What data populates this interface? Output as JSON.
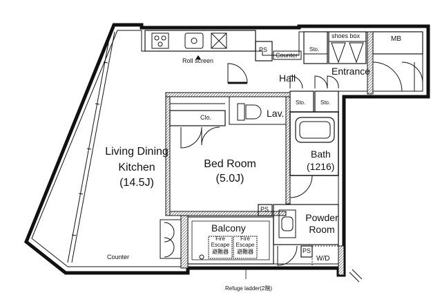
{
  "rooms": {
    "ldk": {
      "name_line1": "Living Dining",
      "name_line2": "Kitchen",
      "size": "(14.5J)"
    },
    "bedroom": {
      "name": "Bed Room",
      "size": "(5.0J)"
    },
    "balcony": {
      "name": "Balcony"
    },
    "bath": {
      "name": "Bath",
      "size": "(1216)"
    },
    "powder": {
      "name_line1": "Powder",
      "name_line2": "Room"
    },
    "hall": {
      "name": "Hall"
    },
    "entrance": {
      "name": "Entrance"
    },
    "lav": {
      "name": "Lav."
    }
  },
  "labels": {
    "roll_screen": "Roll screen",
    "counter_top": "Counter",
    "counter_bottom": "Counter",
    "ps_kitchen": "PS",
    "ps_powder": "PS",
    "ps_wd": "PS",
    "shoes_box": "shoes box",
    "mb": "MB",
    "sto_1": "Sto.",
    "sto_2": "Sto.",
    "sto_3": "Sto.",
    "clo": "Clo.",
    "wd": "W/D",
    "escape_1_line1": "Fire",
    "escape_1_line2": "Escape",
    "escape_1_line3": "避難器",
    "escape_2_line1": "Fire",
    "escape_2_line2": "Escape",
    "escape_2_line3": "避難器",
    "refuge_ladder": "Refuge ladder(2階)"
  },
  "colors": {
    "line": "#111111",
    "hatch": "#555555",
    "background": "#ffffff"
  }
}
